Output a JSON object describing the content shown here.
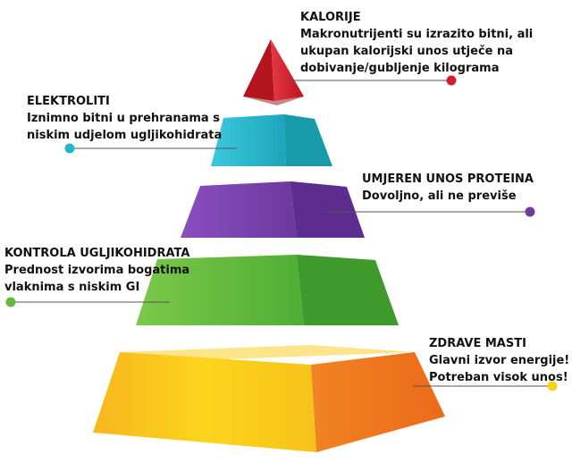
{
  "tiers": [
    {
      "key": "calories",
      "title": "KALORIJE",
      "description": [
        "Makronutrijenti su izrazito bitni, ali",
        "ukupan kalorijski unos utječe na",
        "dobivanje/gubljenje kilograma"
      ],
      "color": "#d0202e"
    },
    {
      "key": "electrolytes",
      "title": "ELEKTROLITI",
      "description": [
        "Iznimno bitni u prehranama s",
        "niskim udjelom ugljikohidrata"
      ],
      "color": "#25b6cc"
    },
    {
      "key": "protein",
      "title": "UMJEREN UNOS PROTEINA",
      "description": [
        "Dovoljno, ali ne previše"
      ],
      "color": "#6d3c9e"
    },
    {
      "key": "carbs",
      "title": "KONTROLA UGLJIKOHIDRATA",
      "description": [
        "Prednost izvorima bogatima",
        "vlaknima s niskim GI"
      ],
      "color": "#5fba3a"
    },
    {
      "key": "fats",
      "title": "ZDRAVE MASTI",
      "description": [
        "Glavni izvor energije!",
        "Potreban visok unos!"
      ],
      "color": "#f7d417"
    }
  ]
}
